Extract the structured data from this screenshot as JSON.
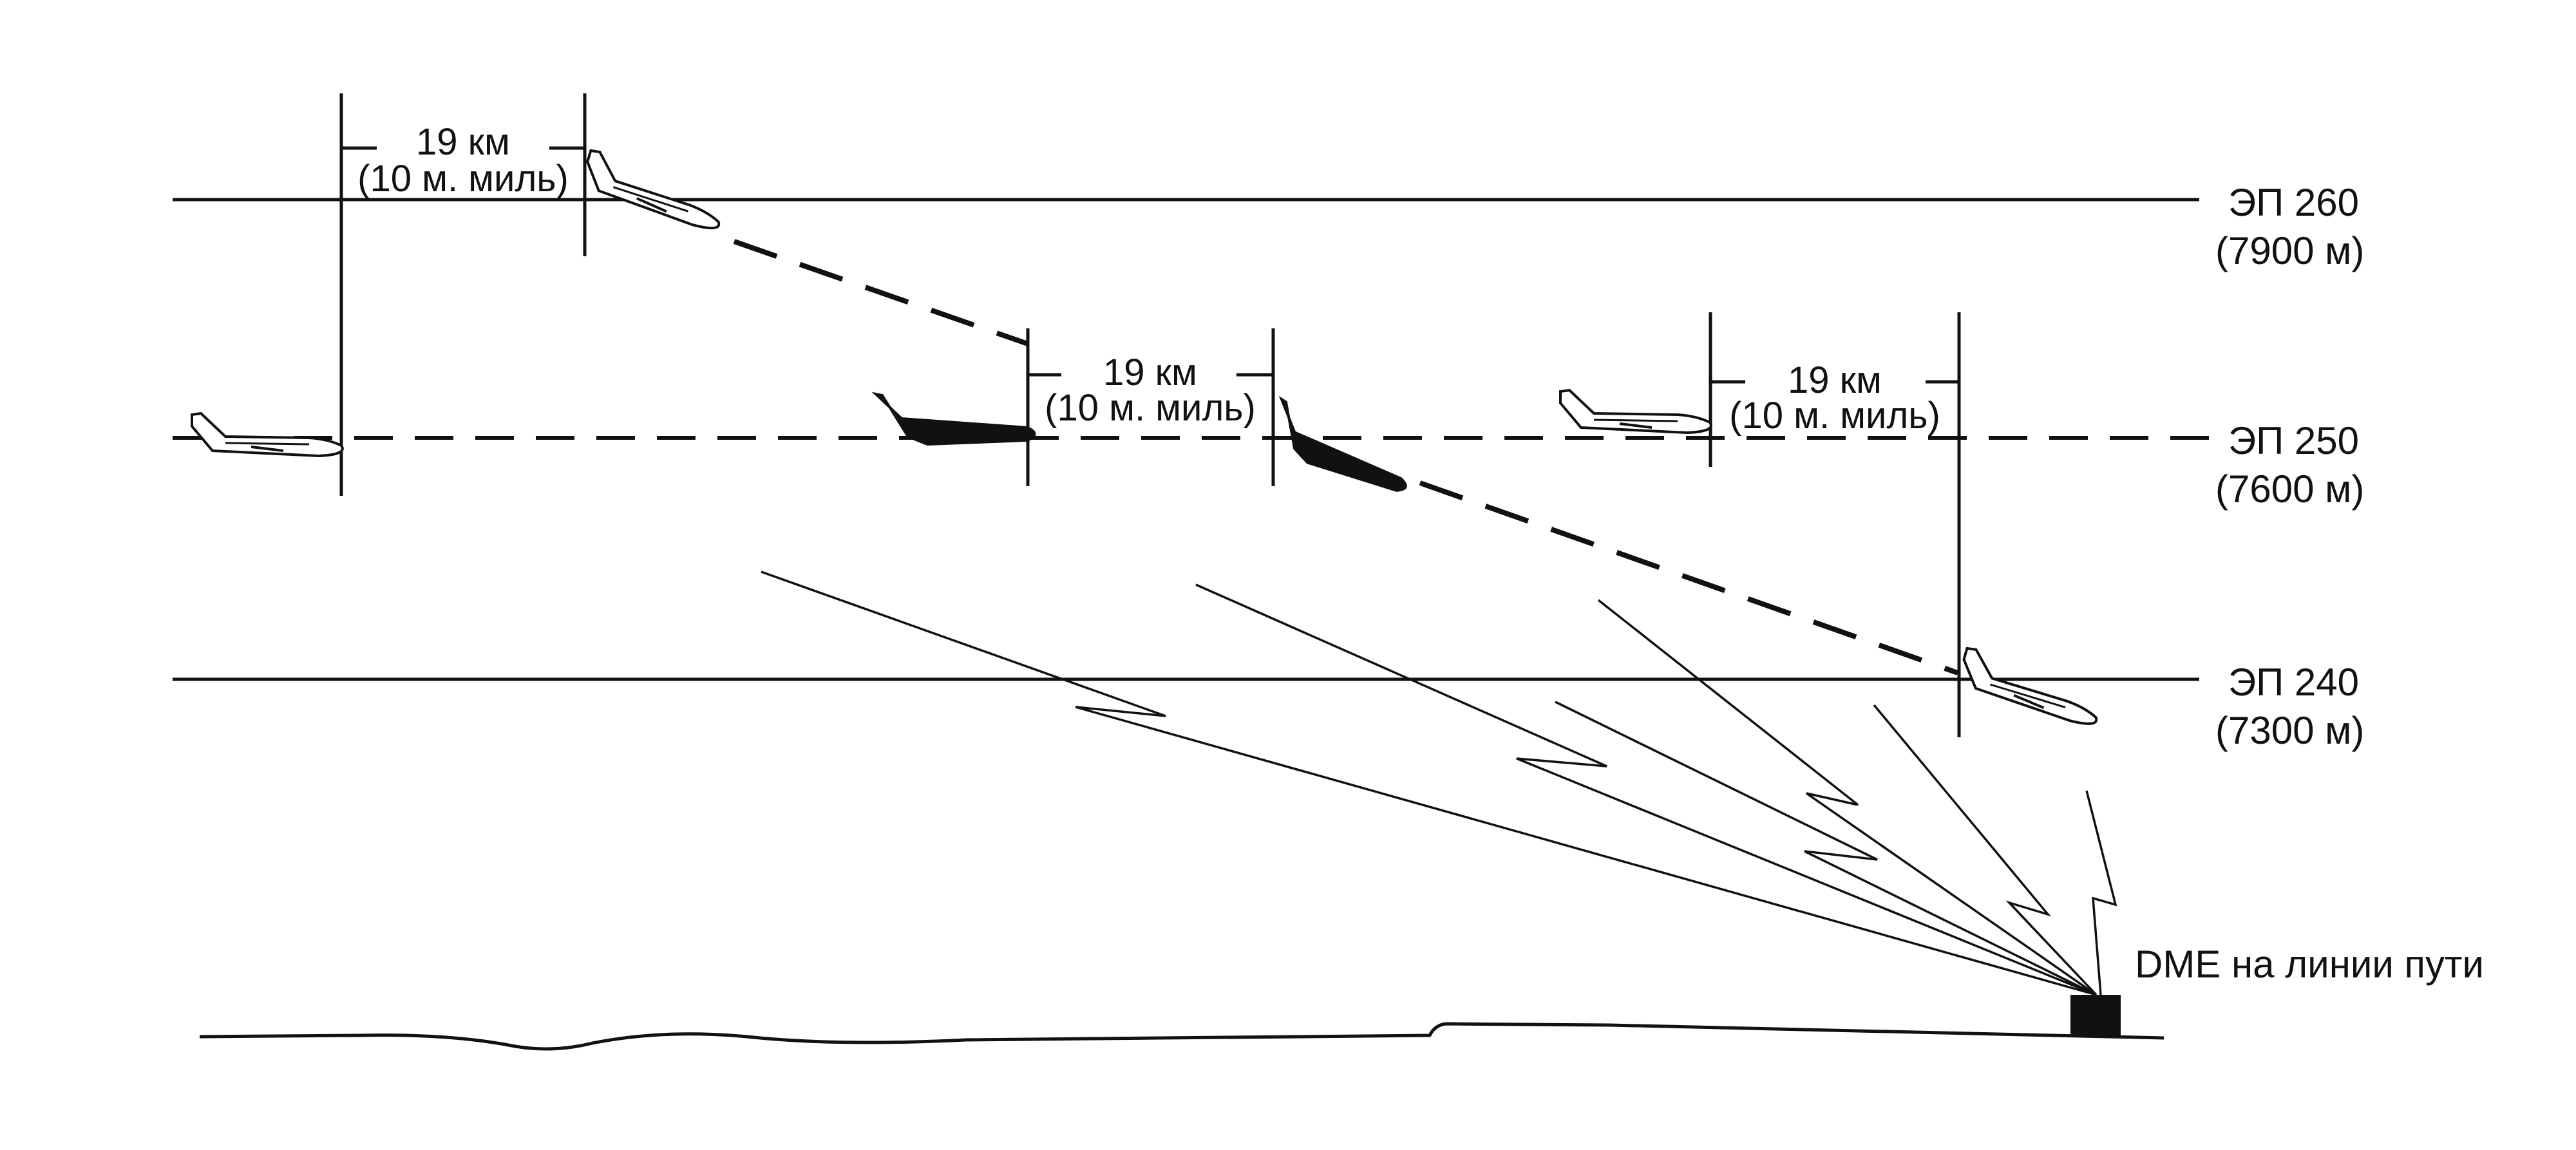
{
  "levels": {
    "fl260": {
      "name": "ЭП 260",
      "meters": "(7900 м)"
    },
    "fl250": {
      "name": "ЭП 250",
      "meters": "(7600 м)"
    },
    "fl240": {
      "name": "ЭП 240",
      "meters": "(7300 м)"
    }
  },
  "separation": {
    "km": "19 км",
    "nm": "(10 м. миль)"
  },
  "dme": {
    "label": "DME на линии пути"
  }
}
